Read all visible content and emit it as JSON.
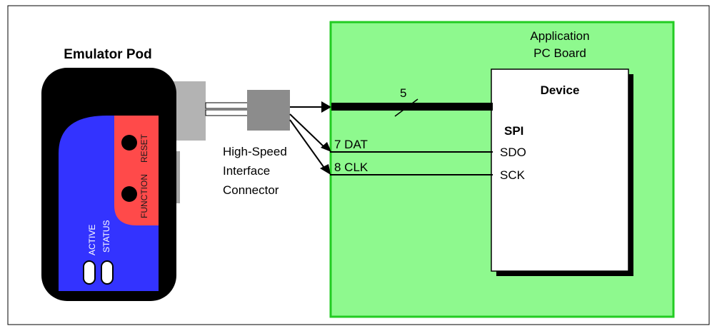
{
  "pod": {
    "title": "Emulator Pod",
    "reset_label": "RESET",
    "function_label": "FUNCTION",
    "active_label": "ACTIVE",
    "status_label": "STATUS"
  },
  "connector": {
    "line1": "High-Speed",
    "line2": "Interface",
    "line3": "Connector"
  },
  "board": {
    "title_line1": "Application",
    "title_line2": "PC Board"
  },
  "device": {
    "title": "Device",
    "spi_label": "SPI",
    "sdo_label": "SDO",
    "sck_label": "SCK"
  },
  "bus": {
    "width_label": "5",
    "dat_label": "7 DAT",
    "clk_label": "8 CLK"
  },
  "colors": {
    "board_fill": "#8ef98e",
    "board_border": "#22cc22",
    "pod_body": "#000000",
    "pod_blue": "#3333ff",
    "pod_red": "#ff4a4a",
    "connector_gray": "#b3b3b3",
    "plug_gray": "#8c8c8c"
  }
}
